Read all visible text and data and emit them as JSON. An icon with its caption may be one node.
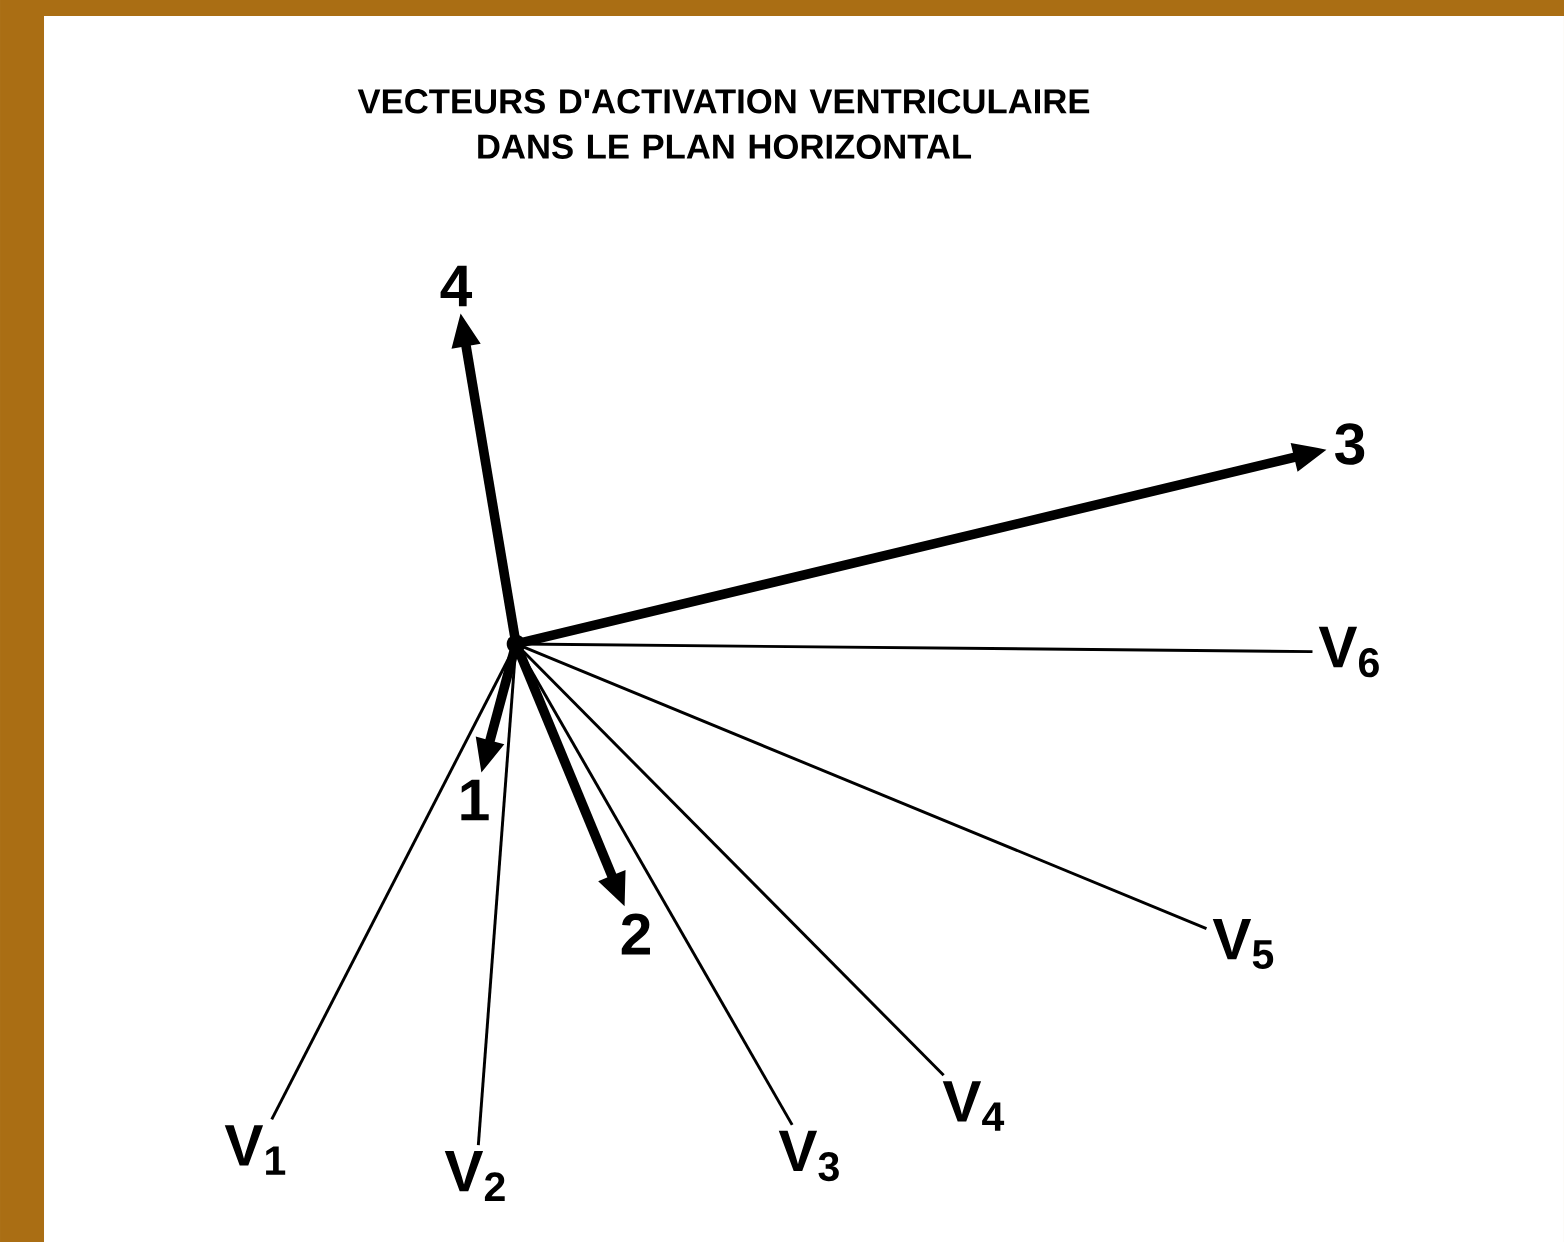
{
  "diagram": {
    "title": "VECTEURS D'ACTIVATION VENTRICULAIRE DANS LE PLAN HORIZONTAL",
    "nodes": [
      {
        "text": [],
        "shape": "point"
      },
      {
        "text": [
          "4"
        ]
      },
      {
        "text": [
          "3"
        ]
      },
      {
        "text": [
          "V$_{6}$"
        ]
      },
      {
        "text": [
          "1"
        ]
      },
      {
        "text": [
          "2"
        ]
      },
      {
        "text": [
          "V$_{5}$"
        ]
      },
      {
        "text": [
          "V$_{4}$"
        ]
      },
      {
        "text": [
          "V$_{1}$"
        ]
      },
      {
        "text": [
          "V$_{3}$"
        ]
      },
      {
        "text": [
          "V$_{2}$"
        ]
      }
    ],
    "edges": [
      {
        "from": 0,
        "to": 1,
        "arrow": "to",
        "style": "thick"
      },
      {
        "from": 0,
        "to": 2,
        "arrow": "to",
        "style": "thick"
      },
      {
        "from": 0,
        "to": 3,
        "arrow": "none"
      },
      {
        "from": 0,
        "to": 4,
        "arrow": "to",
        "style": "thick"
      },
      {
        "from": 0,
        "to": 5,
        "arrow": "to",
        "style": "thick"
      },
      {
        "from": 0,
        "to": 6,
        "arrow": "none"
      },
      {
        "from": 0,
        "to": 7,
        "arrow": "none"
      },
      {
        "from": 0,
        "to": 8,
        "arrow": "none"
      },
      {
        "from": 0,
        "to": 9,
        "arrow": "none"
      },
      {
        "from": 0,
        "to": 10,
        "arrow": "none"
      }
    ]
  }
}
